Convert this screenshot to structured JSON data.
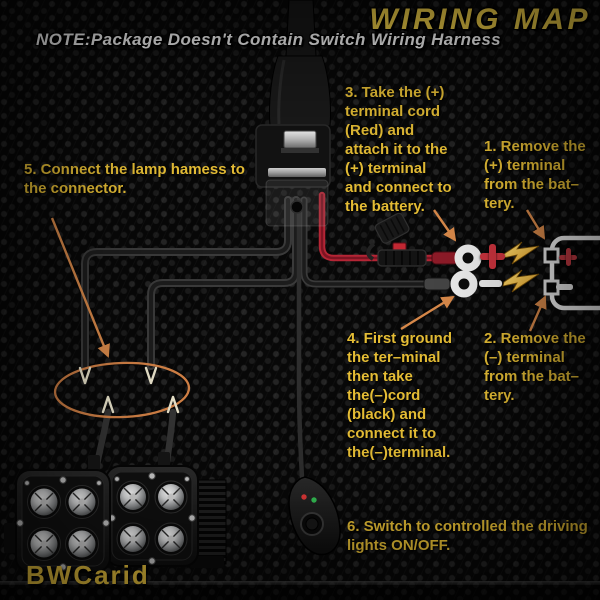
{
  "header": {
    "title": "WIRING MAP",
    "note": "NOTE:Package Doesn't Contain Switch Wiring Harness"
  },
  "steps": {
    "s1": "1. Remove the\n(+) terminal\nfrom the bat–\ntery.",
    "s2": "2. Remove the\n(–) terminal\nfrom the bat–\ntery.",
    "s3": "3. Take the (+)\nterminal cord\n(Red) and\nattach it to the\n(+) terminal\nand connect to\nthe battery.",
    "s4": "4. First ground\nthe ter–minal\nthen take\nthe(–)cord\n(black) and\nconnect it to\nthe(–)terminal.",
    "s5": "5. Connect the lamp hamess to\nthe connector.",
    "s6": "6. Switch to controlled the driving\nlights ON/OFF."
  },
  "brand": "BWCarid",
  "symbols": {
    "positive": "+",
    "negative": "−"
  },
  "colors": {
    "title_yellow": "#f0cf48",
    "step_yellow": "#e5bd35",
    "arrow_orange": "#d8894a",
    "wire_red": "#a61e2e",
    "terminal_red": "#cb343e",
    "bolt_gold": "#f5b42c",
    "battery_white": "#f2f2f2",
    "background": "#080808"
  },
  "diagram": {
    "components": [
      "power-cable",
      "relay-connector",
      "relay-box",
      "wire-harness",
      "inline-fuse-holder",
      "red-positive-wire",
      "black-negative-wire",
      "positive-ring-terminal",
      "negative-ring-terminal",
      "lightning-bolts",
      "car-battery",
      "connector-highlight-ellipse",
      "bullet-connectors",
      "led-pod-light-left",
      "led-pod-light-right",
      "remote-switch"
    ]
  }
}
